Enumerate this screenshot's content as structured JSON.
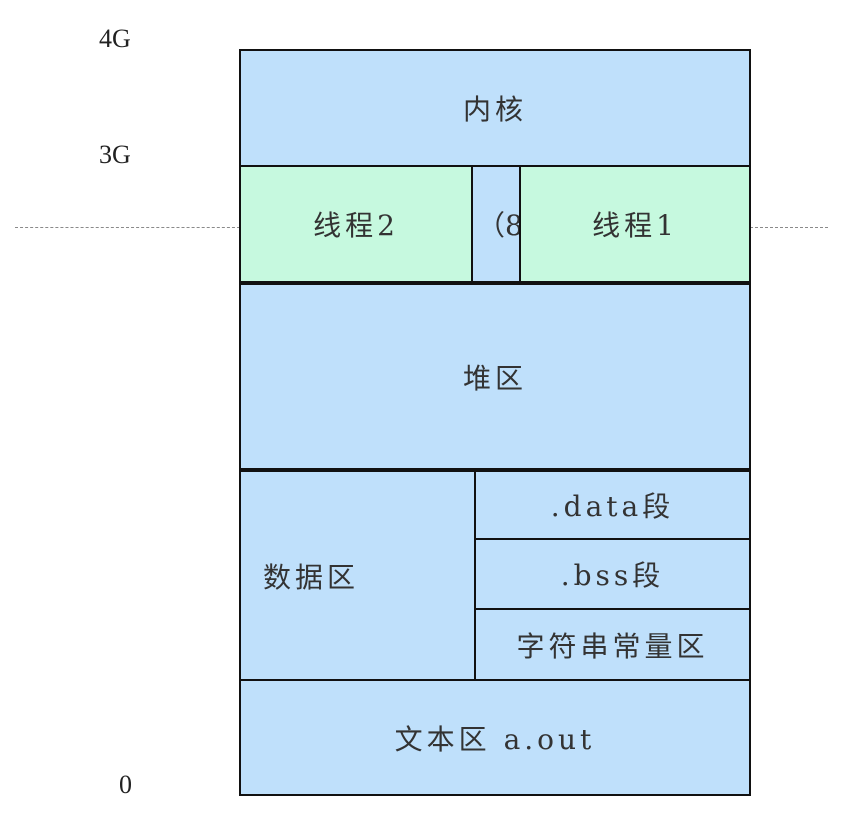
{
  "axis": {
    "label_4g": "4G",
    "label_3g": "3G",
    "label_0": "0"
  },
  "segments": {
    "kernel": "内核",
    "thread2": "线程2",
    "gap": "（8",
    "thread1": "线程1",
    "heap": "堆区",
    "data_area": "数据区",
    "data_seg": ".data段",
    "bss_seg": ".bss段",
    "string_const": "字符串常量区",
    "text_area": "文本区 a.out"
  },
  "colors": {
    "region_blue": "#bfe0fb",
    "thread_green": "#c6f9df",
    "border": "#111111"
  }
}
